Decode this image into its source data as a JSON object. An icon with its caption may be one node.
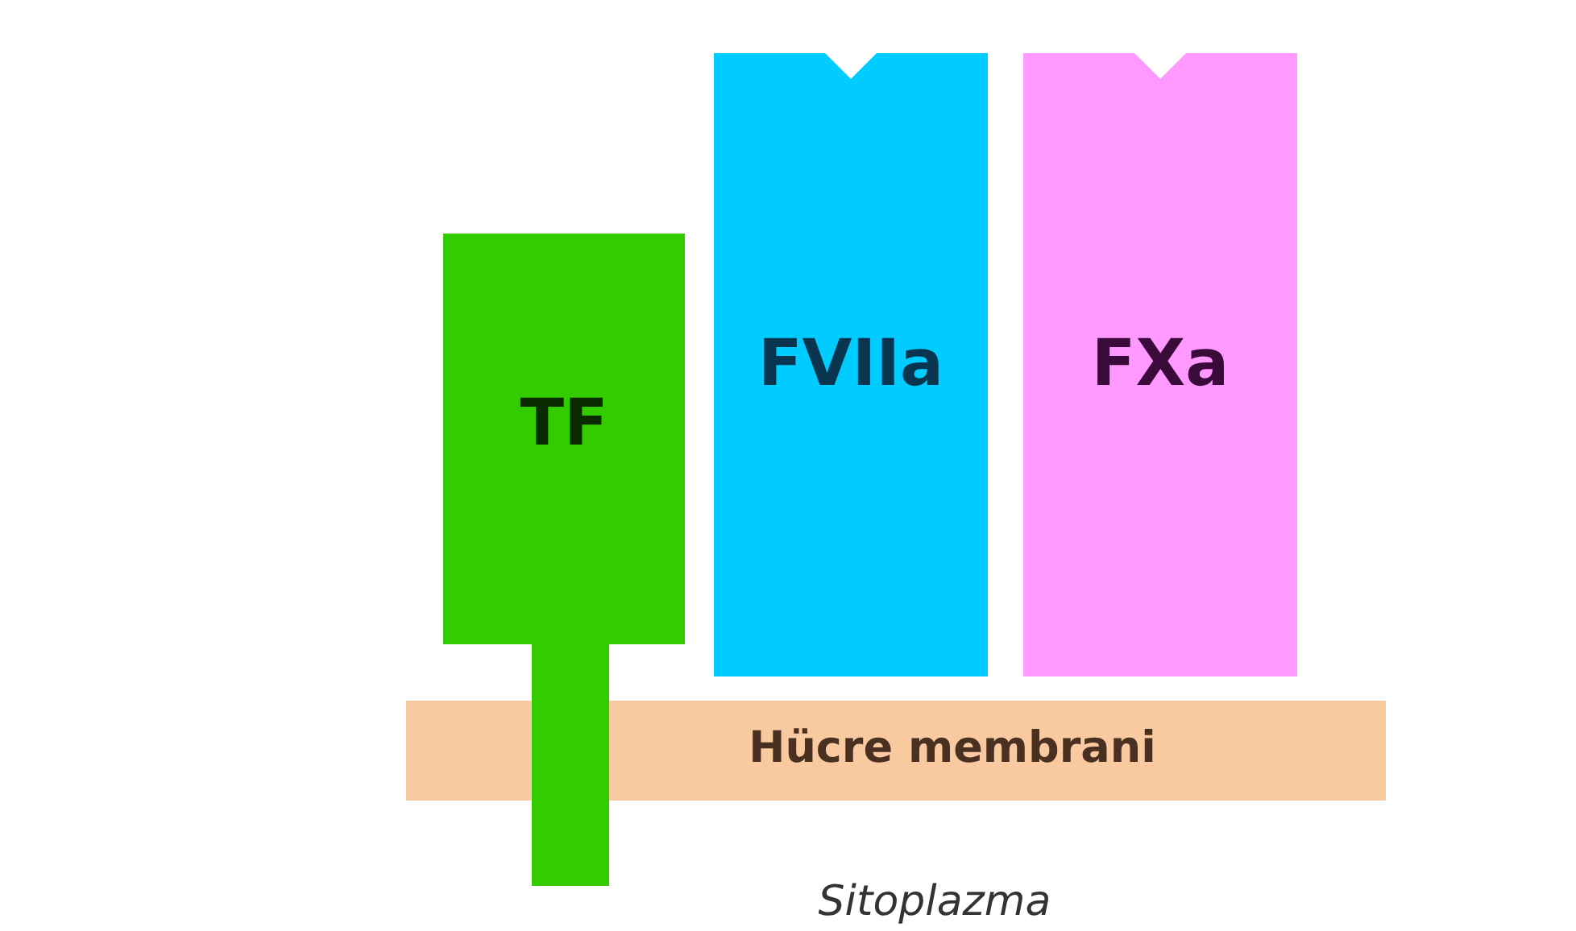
{
  "diagram": {
    "nodes": [
      {
        "text": [
          "TF"
        ]
      },
      {
        "text": [
          "FVIIa"
        ]
      },
      {
        "text": [
          "FXa"
        ]
      },
      {
        "text": [
          "Hücre membrani"
        ]
      }
    ],
    "labels": [
      "Sitoplazma"
    ]
  }
}
